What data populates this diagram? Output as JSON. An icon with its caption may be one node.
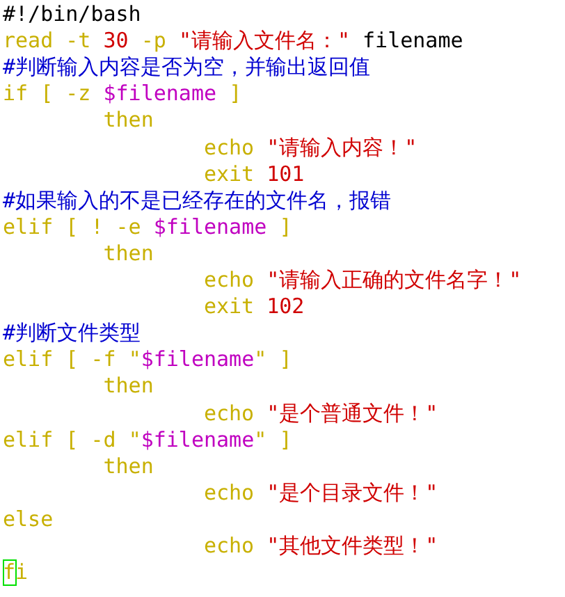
{
  "diagram": {
    "labels": [
      "#!/bin/bash",
      "read -t 30 -p \"请输入文件名：\" filename",
      "#判断输入内容是否为空，并输出返回值",
      "if [ -z $filename ]",
      "then",
      "echo \"请输入内容！\"",
      "exit 101",
      "#如果输入的不是已经存在的文件名，报错",
      "elif [ ! -e $filename ]",
      "then",
      "echo \"请输入正确的文件名字！\"",
      "exit 102",
      "#判断文件类型",
      "elif [ -f \"$filename\" ]",
      "then",
      "echo \"是个普通文件！\"",
      "elif [ -d \"$filename\" ]",
      "then",
      "echo \"是个目录文件！\"",
      "else",
      "echo \"其他文件类型！\"",
      "fi"
    ]
  }
}
